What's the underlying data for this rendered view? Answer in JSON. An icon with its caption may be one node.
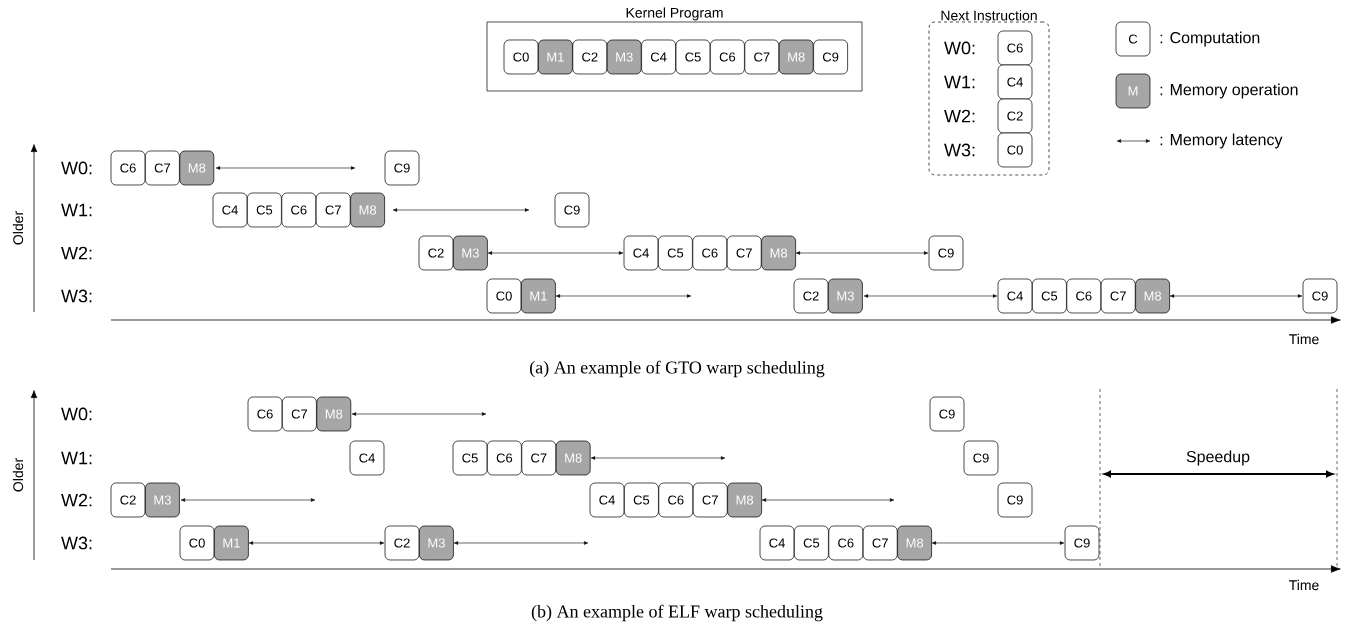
{
  "diagram": {
    "nodes": [
      {
        "text": [
          "Kernel Program"
        ]
      },
      {
        "text": [
          "C0"
        ],
        "in": 0
      },
      {
        "text": [
          "M1"
        ],
        "in": 0
      },
      {
        "text": [
          "C2"
        ],
        "in": 0
      },
      {
        "text": [
          "M3"
        ],
        "in": 0
      },
      {
        "text": [
          "C4"
        ],
        "in": 0
      },
      {
        "text": [
          "C5"
        ],
        "in": 0
      },
      {
        "text": [
          "C6"
        ],
        "in": 0
      },
      {
        "text": [
          "C7"
        ],
        "in": 0
      },
      {
        "text": [
          "M8"
        ],
        "in": 0
      },
      {
        "text": [
          "C9"
        ],
        "in": 0
      },
      {
        "text": [
          "Next Instruction"
        ]
      },
      {
        "text": [
          "C6"
        ],
        "in": 11
      },
      {
        "text": [
          "C4"
        ],
        "in": 11
      },
      {
        "text": [
          "C2"
        ],
        "in": 11
      },
      {
        "text": [
          "C0"
        ],
        "in": 11
      },
      {
        "text": [
          "C6"
        ]
      },
      {
        "text": [
          "C7"
        ]
      },
      {
        "text": [
          "M8"
        ]
      },
      {
        "text": [
          "C9"
        ]
      },
      {
        "text": [
          "C4"
        ]
      },
      {
        "text": [
          "C5"
        ]
      },
      {
        "text": [
          "C6"
        ]
      },
      {
        "text": [
          "C7"
        ]
      },
      {
        "text": [
          "M8"
        ]
      },
      {
        "text": [
          "C9"
        ]
      },
      {
        "text": [
          "C2"
        ]
      },
      {
        "text": [
          "M3"
        ]
      },
      {
        "text": [
          "C4"
        ]
      },
      {
        "text": [
          "C5"
        ]
      },
      {
        "text": [
          "C6"
        ]
      },
      {
        "text": [
          "C7"
        ]
      },
      {
        "text": [
          "M8"
        ]
      },
      {
        "text": [
          "C9"
        ]
      },
      {
        "text": [
          "C0"
        ]
      },
      {
        "text": [
          "M1"
        ]
      },
      {
        "text": [
          "C2"
        ]
      },
      {
        "text": [
          "M3"
        ]
      },
      {
        "text": [
          "C4"
        ]
      },
      {
        "text": [
          "C5"
        ]
      },
      {
        "text": [
          "C6"
        ]
      },
      {
        "text": [
          "C7"
        ]
      },
      {
        "text": [
          "M8"
        ]
      },
      {
        "text": [
          "C9"
        ]
      },
      {
        "text": [
          "C6"
        ]
      },
      {
        "text": [
          "C7"
        ]
      },
      {
        "text": [
          "M8"
        ]
      },
      {
        "text": [
          "C9"
        ]
      },
      {
        "text": [
          "C4"
        ]
      },
      {
        "text": [
          "C5"
        ]
      },
      {
        "text": [
          "C6"
        ]
      },
      {
        "text": [
          "C7"
        ]
      },
      {
        "text": [
          "M8"
        ]
      },
      {
        "text": [
          "C9"
        ]
      },
      {
        "text": [
          "C2"
        ]
      },
      {
        "text": [
          "M3"
        ]
      },
      {
        "text": [
          "C4"
        ]
      },
      {
        "text": [
          "C5"
        ]
      },
      {
        "text": [
          "C6"
        ]
      },
      {
        "text": [
          "C7"
        ]
      },
      {
        "text": [
          "M8"
        ]
      },
      {
        "text": [
          "C9"
        ]
      },
      {
        "text": [
          "C0"
        ]
      },
      {
        "text": [
          "M1"
        ]
      },
      {
        "text": [
          "C2"
        ]
      },
      {
        "text": [
          "M3"
        ]
      },
      {
        "text": [
          "C4"
        ]
      },
      {
        "text": [
          "C5"
        ]
      },
      {
        "text": [
          "C6"
        ]
      },
      {
        "text": [
          "C7"
        ]
      },
      {
        "text": [
          "M8"
        ]
      },
      {
        "text": [
          "C9"
        ]
      }
    ],
    "labels": [
      "W0:",
      "W1:",
      "W2:",
      "W3:",
      "C",
      "M",
      "W0:",
      "W1:",
      "W2:",
      "W3:",
      "Older",
      "Time",
      "(a) An example of GTO warp scheduling",
      "W0:",
      "W1:",
      "W2:",
      "W3:",
      "Older",
      "Speedup",
      "Time",
      "(b) An example of ELF warp scheduling"
    ],
    "legend": [
      {
        "text": ": Computation"
      },
      {
        "text": ": Memory operation",
        "color": "#a6a6a6"
      },
      {
        "text": ": Memory latency"
      }
    ]
  }
}
